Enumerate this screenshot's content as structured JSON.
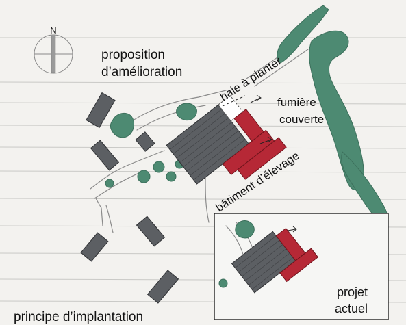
{
  "labels": {
    "compass": "N",
    "proposition_line1": "proposition",
    "proposition_line2": "d’amélioration",
    "haie": "haie à planter",
    "fumiere_line1": "fumière",
    "fumiere_line2": "couverte",
    "batiment": "bâtiment d’élevage",
    "projet_line1": "projet",
    "projet_line2": "actuel",
    "principe": "principe d’implantation"
  },
  "colors": {
    "background": "#f3f2ef",
    "tree": "#4d8a72",
    "building_existing": "#5c5f63",
    "building_new": "#b62836",
    "outline": "#333333"
  }
}
